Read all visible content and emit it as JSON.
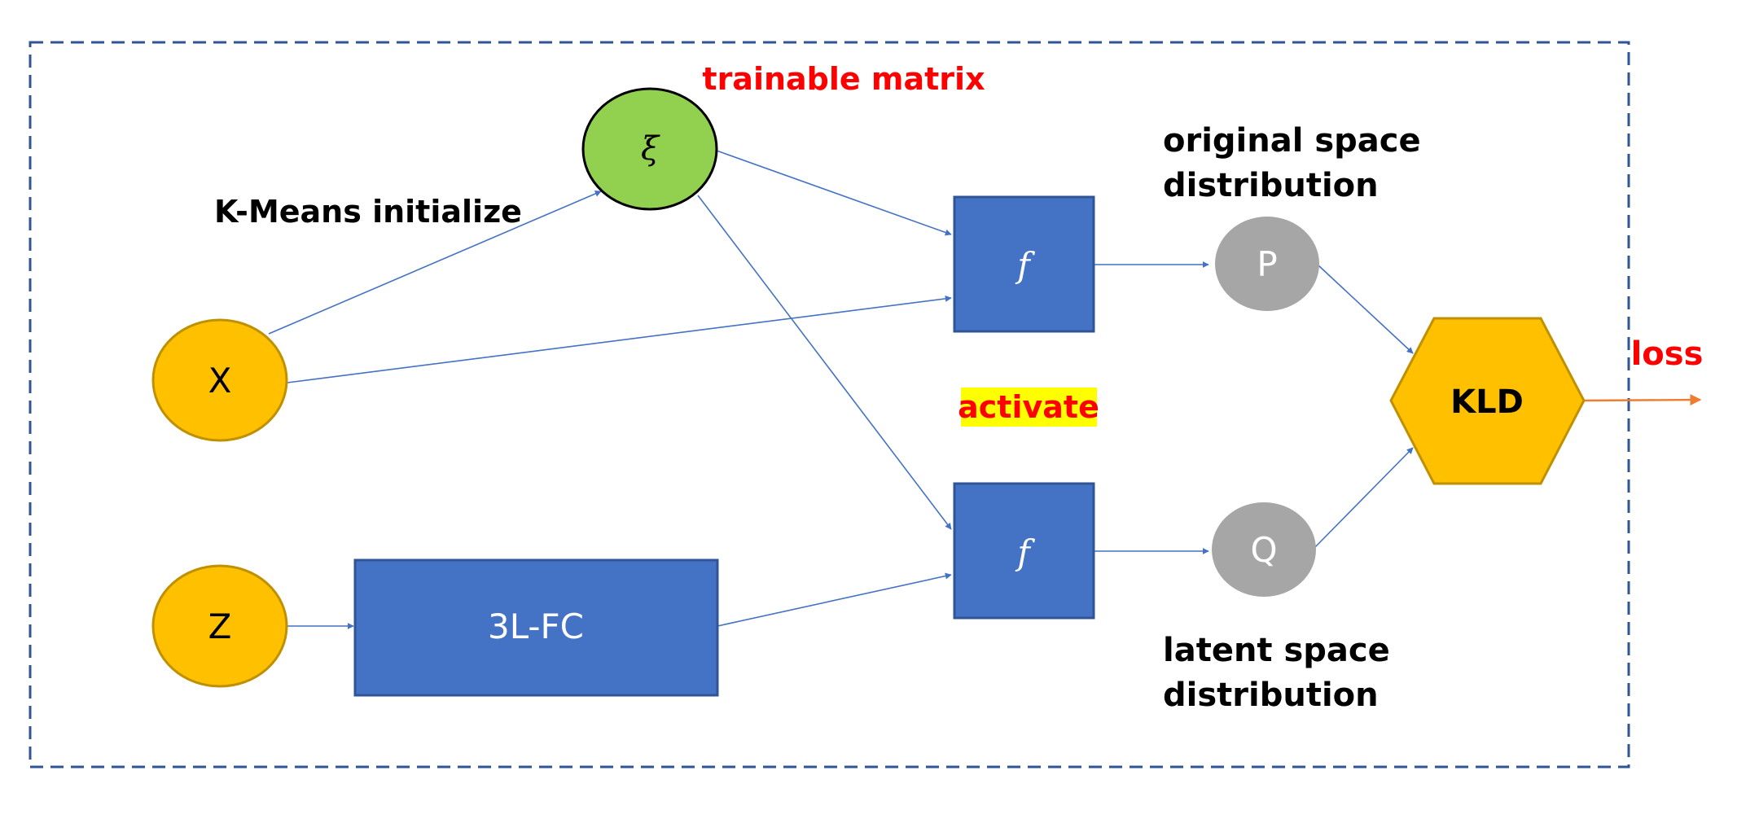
{
  "labels": {
    "trainable_matrix": "trainable matrix",
    "kmeans_initialize": "K-Means initialize",
    "original_space_line1": "original space",
    "original_space_line2": "distribution",
    "activate": "activate",
    "latent_space_line1": "latent space",
    "latent_space_line2": "distribution",
    "loss": "loss"
  },
  "nodes": {
    "xi": "ξ",
    "x": "X",
    "z": "Z",
    "fc": "3L-FC",
    "f_top": "f",
    "f_bottom": "f",
    "p": "P",
    "q": "Q",
    "kld": "KLD"
  },
  "colors": {
    "boundary": "#2F5597",
    "arrow": "#4472C4",
    "loss_arrow": "#ED7D31",
    "input_fill": "#FFC000",
    "input_stroke": "#BF9000",
    "xi_fill": "#92D050",
    "box_fill": "#4472C4",
    "box_stroke": "#2F5597",
    "dist_fill": "#A6A6A6",
    "red_text": "#FF0000",
    "highlight": "#FFFF00"
  }
}
